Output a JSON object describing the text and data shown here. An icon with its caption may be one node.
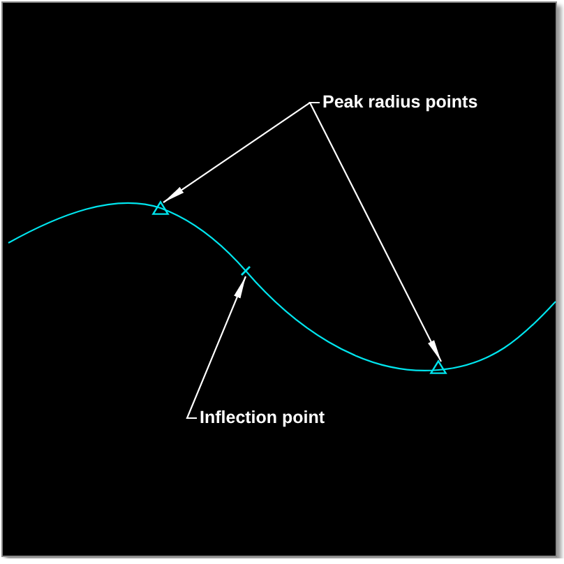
{
  "diagram": {
    "nodes": [
      {
        "text": [
          "Peak radius points"
        ]
      },
      {
        "text": [],
        "shape": "triangle"
      },
      {
        "text": [],
        "shape": "triangle"
      },
      {
        "text": [
          "Inflection point"
        ]
      },
      {
        "text": [],
        "shape": "tick"
      }
    ],
    "edges": [
      {
        "from": 0,
        "to": 1,
        "arrow": "to"
      },
      {
        "from": 0,
        "to": 2,
        "arrow": "to"
      },
      {
        "from": 3,
        "to": 4,
        "arrow": "to"
      }
    ]
  }
}
